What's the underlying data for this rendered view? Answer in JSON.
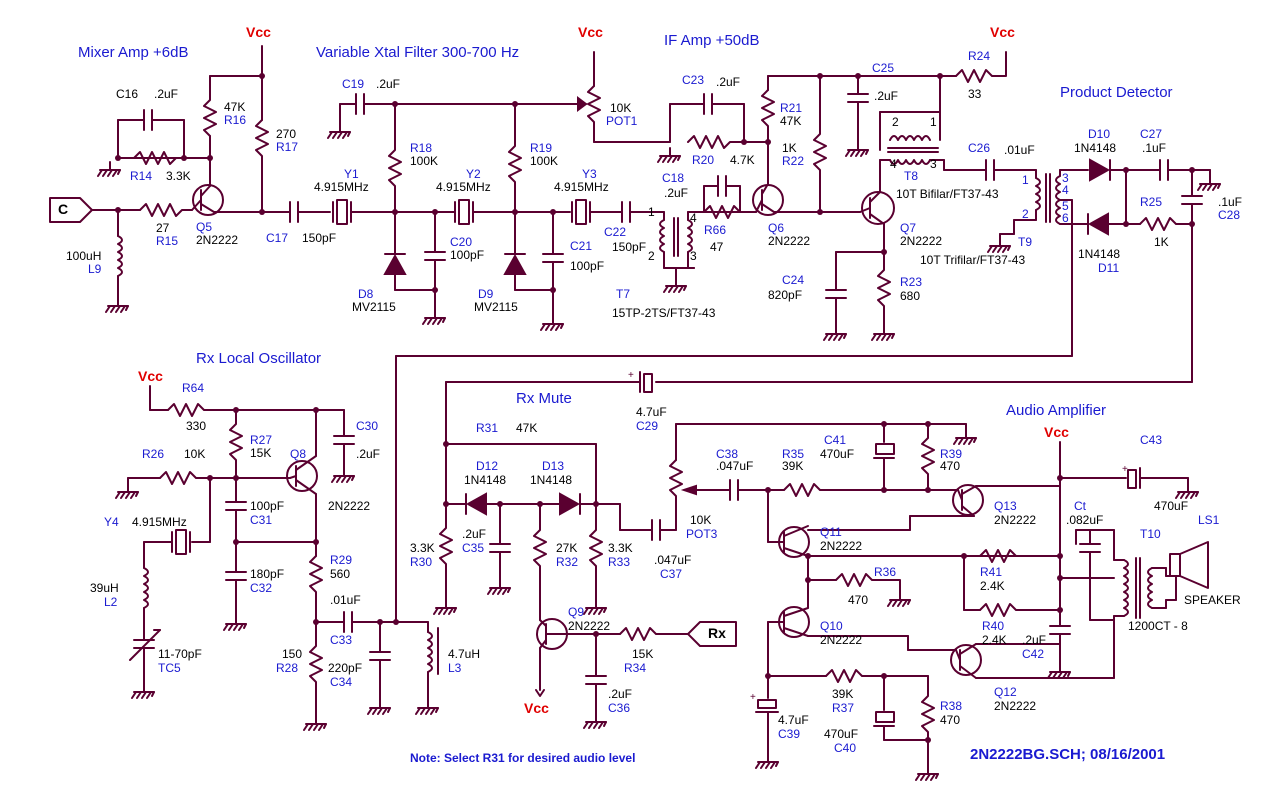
{
  "title": "2N2222BG.SCH; 08/16/2001",
  "note": "Note: Select R31 for desired audio level",
  "sections": {
    "mixer_amp": "Mixer Amp +6dB",
    "xtal_filter": "Variable Xtal Filter 300-700 Hz",
    "if_amp": "IF Amp +50dB",
    "product_detector": "Product Detector",
    "rx_lo": "Rx Local Oscillator",
    "rx_mute": "Rx Mute",
    "audio_amp": "Audio Amplifier"
  },
  "vcc": "Vcc",
  "ports": {
    "c": "C",
    "rx": "Rx"
  },
  "components": {
    "c16": {
      "ref": "C16",
      "val": ".2uF"
    },
    "r14": {
      "ref": "R14",
      "val": "3.3K"
    },
    "r16": {
      "ref": "R16",
      "val": "47K"
    },
    "r17": {
      "ref": "R17",
      "val": "270"
    },
    "q5": {
      "ref": "Q5",
      "val": "2N2222"
    },
    "r15": {
      "ref": "R15",
      "val": "27"
    },
    "l9": {
      "ref": "L9",
      "val": "100uH"
    },
    "c17": {
      "ref": "C17",
      "val": "150pF"
    },
    "c19": {
      "ref": "C19",
      "val": ".2uF"
    },
    "y1": {
      "ref": "Y1",
      "val": "4.915MHz"
    },
    "r18": {
      "ref": "R18",
      "val": "100K"
    },
    "d8": {
      "ref": "D8",
      "val": "MV2115"
    },
    "y2": {
      "ref": "Y2",
      "val": "4.915MHz"
    },
    "c20": {
      "ref": "C20",
      "val": "100pF"
    },
    "r19": {
      "ref": "R19",
      "val": "100K"
    },
    "d9": {
      "ref": "D9",
      "val": "MV2115"
    },
    "y3": {
      "ref": "Y3",
      "val": "4.915MHz"
    },
    "c21": {
      "ref": "C21",
      "val": "100pF"
    },
    "c22": {
      "ref": "C22",
      "val": "150pF"
    },
    "pot1": {
      "ref": "POT1",
      "val": "10K"
    },
    "t7": {
      "ref": "T7",
      "val": "15TP-2TS/FT37-43"
    },
    "c18": {
      "ref": "C18",
      "val": ".2uF"
    },
    "c23": {
      "ref": "C23",
      "val": ".2uF"
    },
    "r20": {
      "ref": "R20",
      "val": "4.7K"
    },
    "r66": {
      "ref": "R66",
      "val": "47"
    },
    "r21": {
      "ref": "R21",
      "val": "47K"
    },
    "r22": {
      "ref": "R22",
      "val": "1K"
    },
    "q6": {
      "ref": "Q6",
      "val": "2N2222"
    },
    "c25": {
      "ref": "C25",
      "val": ".2uF"
    },
    "r24": {
      "ref": "R24",
      "val": "33"
    },
    "t8": {
      "ref": "T8",
      "val": "10T Bifilar/FT37-43"
    },
    "q7": {
      "ref": "Q7",
      "val": "2N2222"
    },
    "c24": {
      "ref": "C24",
      "val": "820pF"
    },
    "r23": {
      "ref": "R23",
      "val": "680"
    },
    "c26": {
      "ref": "C26",
      "val": ".01uF"
    },
    "t9": {
      "ref": "T9",
      "val": "10T Trifilar/FT37-43"
    },
    "d10": {
      "ref": "D10",
      "val": "1N4148"
    },
    "c27": {
      "ref": "C27",
      "val": ".1uF"
    },
    "r25": {
      "ref": "R25",
      "val": "1K"
    },
    "d11": {
      "ref": "D11",
      "val": "1N4148"
    },
    "c28": {
      "ref": "C28",
      "val": ".1uF"
    },
    "r64": {
      "ref": "R64",
      "val": "330"
    },
    "r27": {
      "ref": "R27",
      "val": "15K"
    },
    "q8": {
      "ref": "Q8",
      "val": "2N2222"
    },
    "c30": {
      "ref": "C30",
      "val": ".2uF"
    },
    "r26": {
      "ref": "R26",
      "val": "10K"
    },
    "c31": {
      "ref": "C31",
      "val": "100pF"
    },
    "y4": {
      "ref": "Y4",
      "val": "4.915MHz"
    },
    "c32": {
      "ref": "C32",
      "val": "180pF"
    },
    "r29": {
      "ref": "R29",
      "val": "560"
    },
    "l2": {
      "ref": "L2",
      "val": "39uH"
    },
    "tc5": {
      "ref": "TC5",
      "val": "11-70pF"
    },
    "c33": {
      "ref": "C33",
      "val": ".01uF"
    },
    "r28": {
      "ref": "R28",
      "val": "150"
    },
    "c34": {
      "ref": "C34",
      "val": "220pF"
    },
    "l3": {
      "ref": "L3",
      "val": "4.7uH"
    },
    "c29": {
      "ref": "C29",
      "val": "4.7uF"
    },
    "r31": {
      "ref": "R31",
      "val": "47K"
    },
    "d12": {
      "ref": "D12",
      "val": "1N4148"
    },
    "d13": {
      "ref": "D13",
      "val": "1N4148"
    },
    "c35": {
      "ref": "C35",
      "val": ".2uF"
    },
    "r30": {
      "ref": "R30",
      "val": "3.3K"
    },
    "r32": {
      "ref": "R32",
      "val": "27K"
    },
    "r33": {
      "ref": "R33",
      "val": "3.3K"
    },
    "q9": {
      "ref": "Q9",
      "val": "2N2222"
    },
    "r34": {
      "ref": "R34",
      "val": "15K"
    },
    "c36": {
      "ref": "C36",
      "val": ".2uF"
    },
    "pot3": {
      "ref": "POT3",
      "val": "10K"
    },
    "c37": {
      "ref": "C37",
      "val": ".047uF"
    },
    "c38": {
      "ref": "C38",
      "val": ".047uF"
    },
    "r35": {
      "ref": "R35",
      "val": "39K"
    },
    "c41": {
      "ref": "C41",
      "val": "470uF"
    },
    "r39": {
      "ref": "R39",
      "val": "470"
    },
    "q11": {
      "ref": "Q11",
      "val": "2N2222"
    },
    "q13": {
      "ref": "Q13",
      "val": "2N2222"
    },
    "r36": {
      "ref": "R36",
      "val": "470"
    },
    "r41": {
      "ref": "R41",
      "val": "2.4K"
    },
    "q10": {
      "ref": "Q10",
      "val": "2N2222"
    },
    "r40": {
      "ref": "R40",
      "val": "2.4K"
    },
    "c42": {
      "ref": "C42",
      "val": ".2uF"
    },
    "q12": {
      "ref": "Q12",
      "val": "2N2222"
    },
    "r37": {
      "ref": "R37",
      "val": "39K"
    },
    "c39": {
      "ref": "C39",
      "val": "4.7uF"
    },
    "c40": {
      "ref": "C40",
      "val": "470uF"
    },
    "r38": {
      "ref": "R38",
      "val": "470"
    },
    "c43": {
      "ref": "C43",
      "val": "470uF"
    },
    "ct": {
      "ref": "Ct",
      "val": ".082uF"
    },
    "t10": {
      "ref": "T10",
      "val": "1200CT - 8"
    },
    "ls1": {
      "ref": "LS1",
      "val": "SPEAKER"
    }
  },
  "pins": {
    "p1": "1",
    "p2": "2",
    "p3": "3",
    "p4": "4",
    "p5": "5",
    "p6": "6"
  }
}
